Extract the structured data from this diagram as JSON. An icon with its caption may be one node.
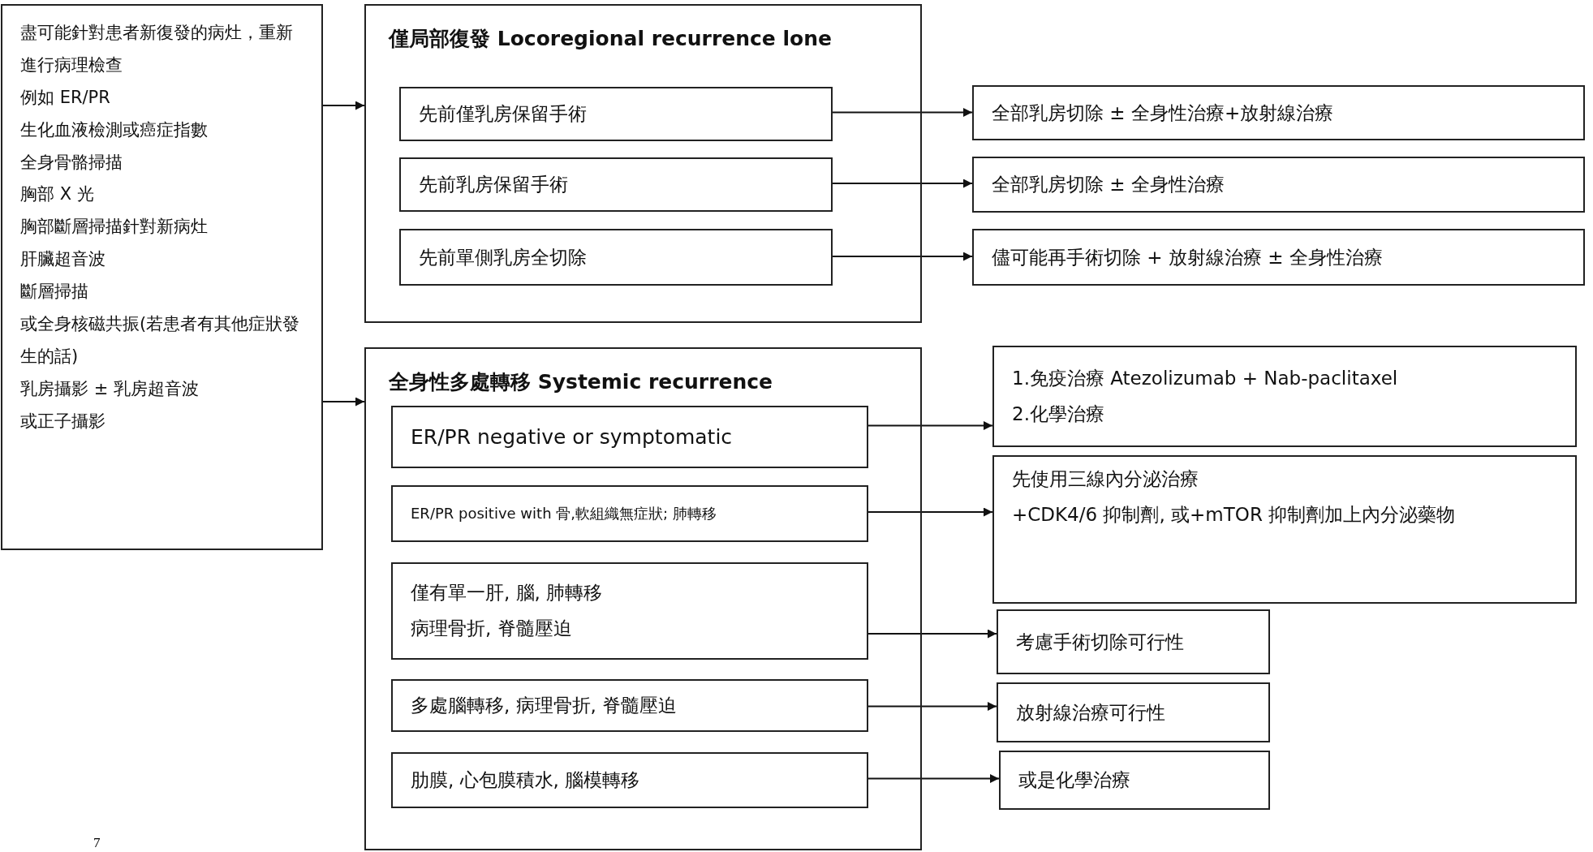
{
  "diagram": {
    "nodes": [
      {
        "text": [
          "盡可能針對患者新復發的病灶，重新進行病理檢查",
          "例如 ER/PR",
          "生化血液檢測或癌症指數",
          "全身骨骼掃描",
          "胸部 X 光",
          "胸部斷層掃描針對新病灶",
          "肝臟超音波",
          "斷層掃描",
          "或全身核磁共振(若患者有其他症狀發生的話)",
          "乳房攝影 ± 乳房超音波",
          "或正子攝影"
        ]
      },
      {
        "text": [
          "僅局部復發 Locoregional recurrence lone"
        ]
      },
      {
        "text": [
          "先前僅乳房保留手術"
        ],
        "in": 1
      },
      {
        "text": [
          "先前乳房保留手術"
        ],
        "in": 1
      },
      {
        "text": [
          "先前單側乳房全切除"
        ],
        "in": 1
      },
      {
        "text": [
          "全部乳房切除 ± 全身性治療+放射線治療"
        ]
      },
      {
        "text": [
          "全部乳房切除 ± 全身性治療"
        ]
      },
      {
        "text": [
          "儘可能再手術切除 + 放射線治療 ± 全身性治療"
        ]
      },
      {
        "text": [
          "全身性多處轉移 Systemic recurrence"
        ]
      },
      {
        "text": [
          "ER/PR negative or symptomatic"
        ],
        "in": 8
      },
      {
        "text": [
          "ER/PR positive with 骨,軟組織無症狀; 肺轉移"
        ],
        "in": 8
      },
      {
        "text": [
          "僅有單一肝, 腦, 肺轉移",
          "病理骨折, 脊髓壓迫"
        ],
        "in": 8
      },
      {
        "text": [
          "多處腦轉移, 病理骨折, 脊髓壓迫"
        ],
        "in": 8
      },
      {
        "text": [
          "肋膜, 心包膜積水, 腦模轉移"
        ],
        "in": 8
      },
      {
        "text": [
          "1.免疫治療 Atezolizumab + Nab-paclitaxel",
          "2.化學治療"
        ]
      },
      {
        "text": [
          "先使用三線內分泌治療",
          "+CDK4/6 抑制劑, 或+mTOR 抑制劑加上內分泌藥物"
        ]
      },
      {
        "text": [
          "考慮手術切除可行性"
        ]
      },
      {
        "text": [
          "放射線治療可行性"
        ]
      },
      {
        "text": [
          "或是化學治療"
        ]
      }
    ],
    "edges": [
      {
        "from": 0,
        "to": 1,
        "arrow": "to"
      },
      {
        "from": 0,
        "to": 8,
        "arrow": "to"
      },
      {
        "from": 2,
        "to": 5,
        "arrow": "to"
      },
      {
        "from": 3,
        "to": 6,
        "arrow": "to"
      },
      {
        "from": 4,
        "to": 7,
        "arrow": "to"
      },
      {
        "from": 9,
        "to": 14,
        "arrow": "to"
      },
      {
        "from": 10,
        "to": 15,
        "arrow": "to"
      },
      {
        "from": 11,
        "to": 16,
        "arrow": "to"
      },
      {
        "from": 12,
        "to": 17,
        "arrow": "to"
      },
      {
        "from": 13,
        "to": 18,
        "arrow": "to"
      }
    ],
    "labels": [
      "7"
    ]
  }
}
